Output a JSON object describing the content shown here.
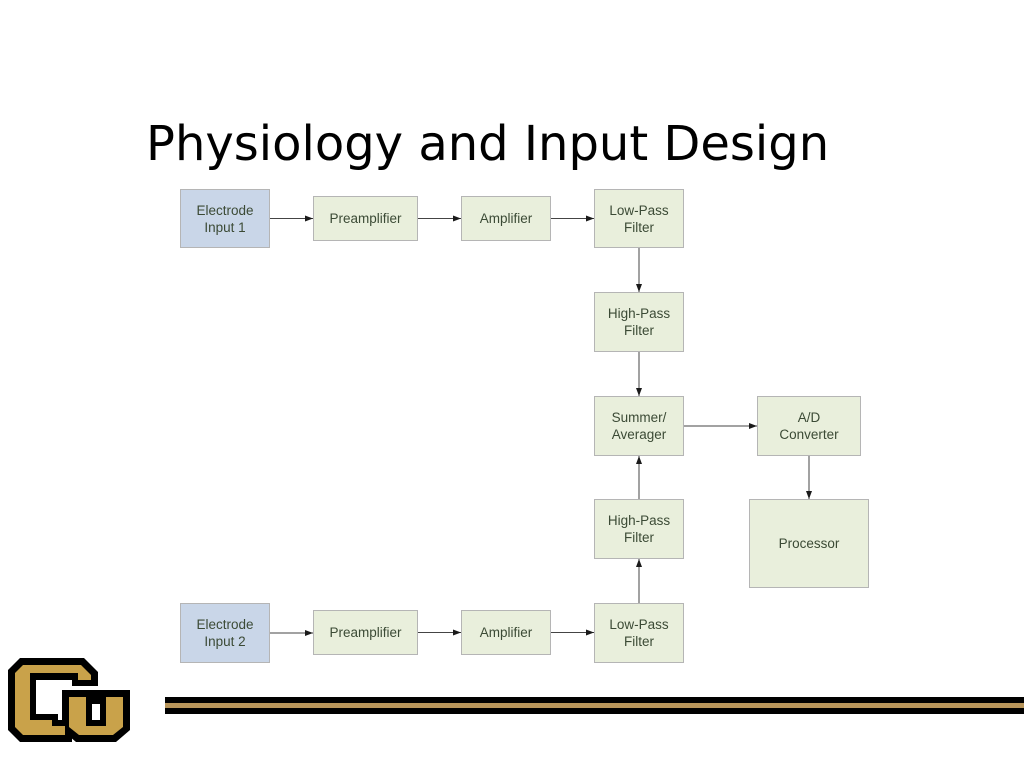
{
  "slide": {
    "title": "Physiology and Input Design"
  },
  "diagram": {
    "nodes": {
      "electrode1": "Electrode\nInput 1",
      "preamp1": "Preamplifier",
      "amp1": "Amplifier",
      "lowpass1": "Low-Pass\nFilter",
      "highpass1": "High-Pass\nFilter",
      "summer": "Summer/\nAverager",
      "adc": "A/D\nConverter",
      "processor": "Processor",
      "highpass2": "High-Pass\nFilter",
      "electrode2": "Electrode\nInput 2",
      "preamp2": "Preamplifier",
      "amp2": "Amplifier",
      "lowpass2": "Low-Pass\nFilter"
    },
    "edges": [
      [
        "electrode1",
        "preamp1"
      ],
      [
        "preamp1",
        "amp1"
      ],
      [
        "amp1",
        "lowpass1"
      ],
      [
        "lowpass1",
        "highpass1"
      ],
      [
        "highpass1",
        "summer"
      ],
      [
        "summer",
        "adc"
      ],
      [
        "adc",
        "processor"
      ],
      [
        "electrode2",
        "preamp2"
      ],
      [
        "preamp2",
        "amp2"
      ],
      [
        "amp2",
        "lowpass2"
      ],
      [
        "lowpass2",
        "highpass2"
      ],
      [
        "highpass2",
        "summer"
      ]
    ]
  },
  "branding": {
    "logo_icon": "cu-logo-icon",
    "logo_gold": "#c9a24a",
    "logo_black": "#000000",
    "stripe_gold": "#b8955a"
  }
}
